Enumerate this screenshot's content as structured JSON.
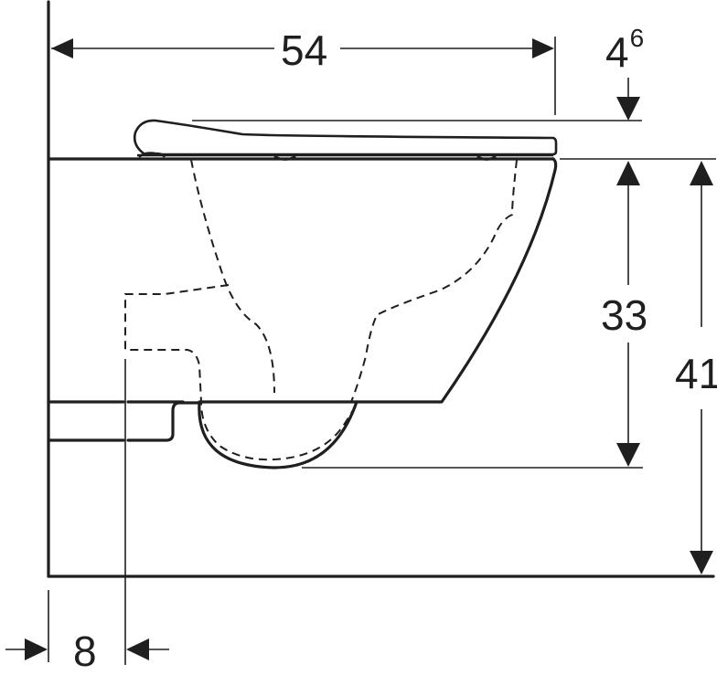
{
  "diagram": {
    "type": "technical-dimension-drawing",
    "subject": "wall-hung toilet side view with seat",
    "units_shown": false,
    "colors": {
      "line": "#1f1f1f",
      "background": "#ffffff"
    },
    "dimensions": {
      "depth": {
        "value": "54",
        "orientation": "horizontal",
        "position": "top"
      },
      "seat_height": {
        "value": "4",
        "superscript": "6",
        "orientation": "vertical",
        "position": "top-right"
      },
      "bowl_height": {
        "value": "33",
        "orientation": "vertical",
        "position": "right-inner"
      },
      "rim_height_from_floor": {
        "value": "41",
        "orientation": "vertical",
        "position": "right-outer"
      },
      "wall_offset": {
        "value": "8",
        "orientation": "horizontal",
        "position": "bottom-left"
      }
    }
  }
}
